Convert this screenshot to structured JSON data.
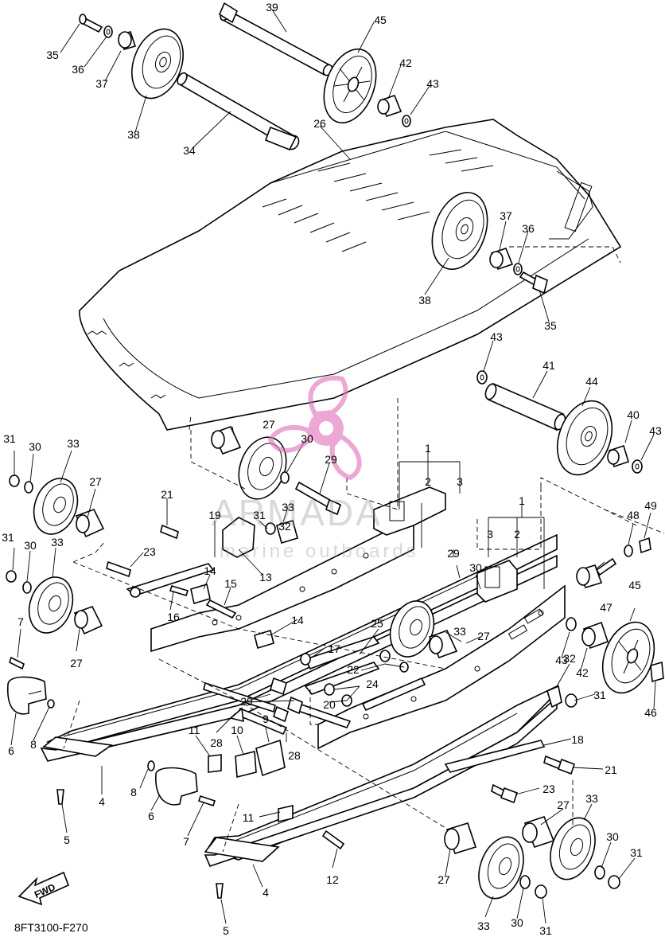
{
  "diagram_code": "8FT3100-F270",
  "fwd_label": "FWD",
  "watermark": {
    "brand": "ARMADA",
    "sub": "marine outboards"
  },
  "callouts": {
    "c1a": "1",
    "c2a": "2",
    "c3a": "3",
    "c1b": "1",
    "c2b": "2",
    "c3b": "3",
    "c4a": "4",
    "c4b": "4",
    "c5a": "5",
    "c5b": "5",
    "c6a": "6",
    "c6b": "6",
    "c7a": "7",
    "c7b": "7",
    "c8a": "8",
    "c8b": "8",
    "c9": "9",
    "c10": "10",
    "c11a": "11",
    "c11b": "11",
    "c12": "12",
    "c13": "13",
    "c14a": "14",
    "c14b": "14",
    "c15": "15",
    "c16": "16",
    "c17": "17",
    "c18": "18",
    "c19": "19",
    "c20": "20",
    "c21a": "21",
    "c21b": "21",
    "c22": "22",
    "c23a": "23",
    "c23b": "23",
    "c24": "24",
    "c25": "25",
    "c26": "26",
    "c27a": "27",
    "c27b": "27",
    "c27c": "27",
    "c27d": "27",
    "c27e": "27",
    "c27f": "27",
    "c28a": "28",
    "c28b": "28",
    "c29a": "29",
    "c29b": "29",
    "c29c": "29",
    "c30a": "30",
    "c30b": "30",
    "c30c": "30",
    "c30d": "30",
    "c30e": "30",
    "c30f": "30",
    "c31a": "31",
    "c31b": "31",
    "c31c": "31",
    "c31d": "31",
    "c31e": "31",
    "c31f": "31",
    "c32a": "32",
    "c32b": "32",
    "c33a": "33",
    "c33b": "33",
    "c33c": "33",
    "c33d": "33",
    "c33e": "33",
    "c33f": "33",
    "c34": "34",
    "c35a": "35",
    "c35b": "35",
    "c36a": "36",
    "c36b": "36",
    "c37a": "37",
    "c37b": "37",
    "c38a": "38",
    "c38b": "38",
    "c39": "39",
    "c40": "40",
    "c41": "41",
    "c42a": "42",
    "c42b": "42",
    "c43a": "43",
    "c43b": "43",
    "c43c": "43",
    "c43d": "43",
    "c44": "44",
    "c45a": "45",
    "c45b": "45",
    "c46": "46",
    "c47": "47",
    "c48": "48",
    "c49": "49"
  }
}
